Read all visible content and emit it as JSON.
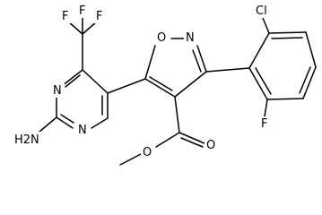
{
  "structure": {
    "atoms": {
      "F_top_left": "F",
      "F_top_mid": "F",
      "F_top_right": "F",
      "N_pyrimidine_upper": "N",
      "N_pyrimidine_lower": "N",
      "NH2_group": "H2N",
      "O_isoxazole": "O",
      "N_isoxazole": "N",
      "Cl_substituent": "Cl",
      "F_aryl": "F",
      "O_ester_carbonyl": "O",
      "O_ester_methoxy": "O"
    }
  }
}
